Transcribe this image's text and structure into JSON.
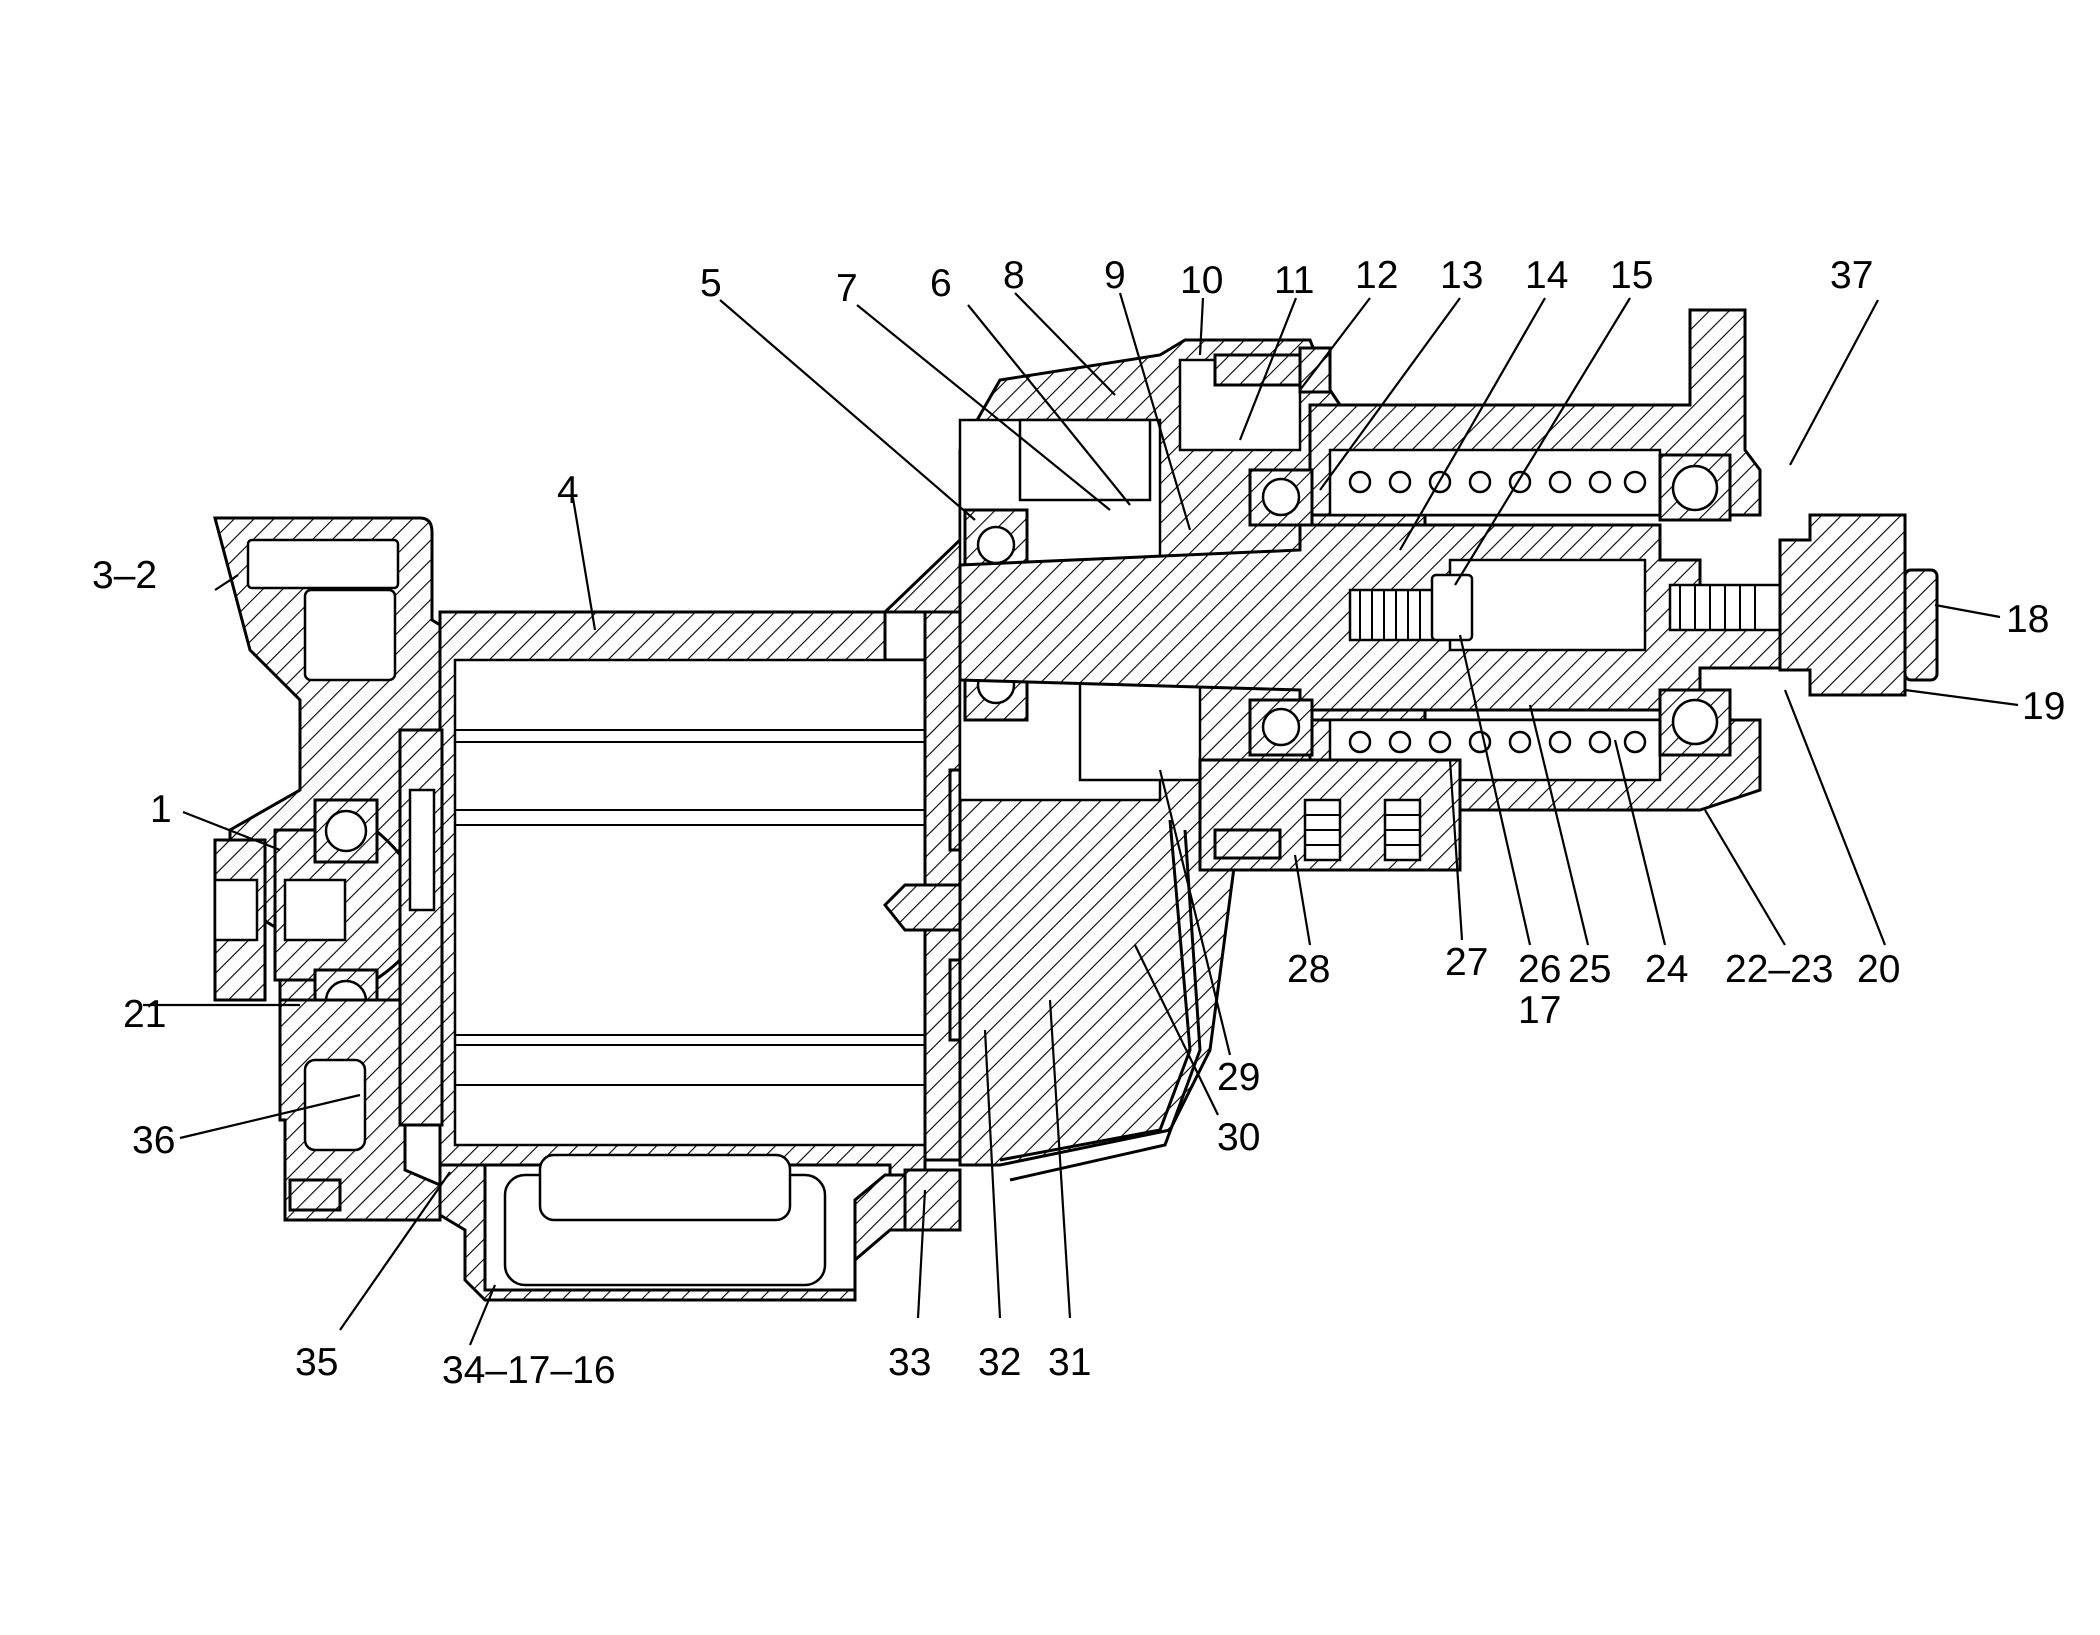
{
  "callouts": {
    "c1": "1",
    "c3_2": "3–2",
    "c4": "4",
    "c5": "5",
    "c6": "6",
    "c7": "7",
    "c8": "8",
    "c9": "9",
    "c10": "10",
    "c11": "11",
    "c12": "12",
    "c13": "13",
    "c14": "14",
    "c15": "15",
    "c37": "37",
    "c18": "18",
    "c19": "19",
    "c20": "20",
    "c22_23": "22–23",
    "c24": "24",
    "c25": "25",
    "c26": "26",
    "c17": "17",
    "c27": "27",
    "c28": "28",
    "c29": "29",
    "c30": "30",
    "c21": "21",
    "c36": "36",
    "c35": "35",
    "c34_17_16": "34–17–16",
    "c33": "33",
    "c32": "32",
    "c31": "31"
  }
}
